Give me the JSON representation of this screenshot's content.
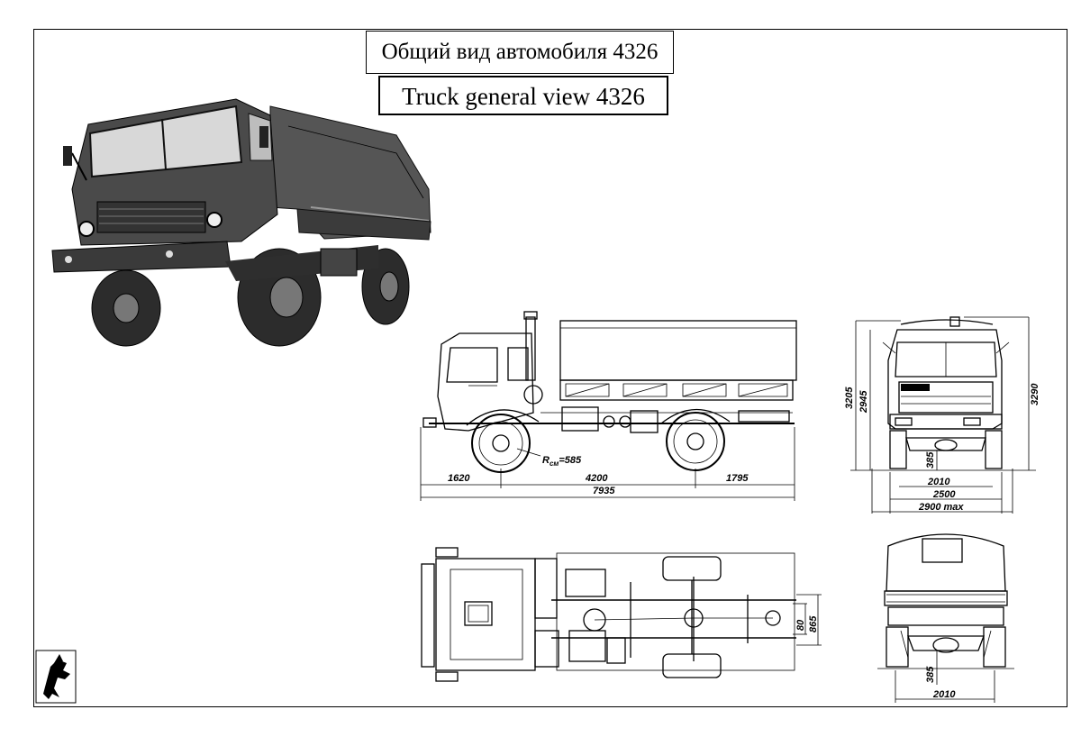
{
  "titles": {
    "ru": "Общий вид автомобиля 4326",
    "en": "Truck general view 4326"
  },
  "side_view": {
    "front_overhang": "1620",
    "wheelbase": "4200",
    "rear_overhang": "1795",
    "overall_length": "7935",
    "turn_radius_label": "R",
    "turn_radius_sub": "см",
    "turn_radius_value": "=585"
  },
  "front_view": {
    "height_cab": "3205",
    "height_hood": "2945",
    "height_total": "3290",
    "ground_clearance": "385",
    "track_width": "2010",
    "body_width": "2500",
    "max_width": "2900 max"
  },
  "top_view": {
    "frame_width_inner": "80",
    "frame_width_outer": "865"
  },
  "rear_view": {
    "ground_clearance": "385",
    "track_width": "2010"
  },
  "colors": {
    "ink": "#000000",
    "paper": "#ffffff"
  }
}
